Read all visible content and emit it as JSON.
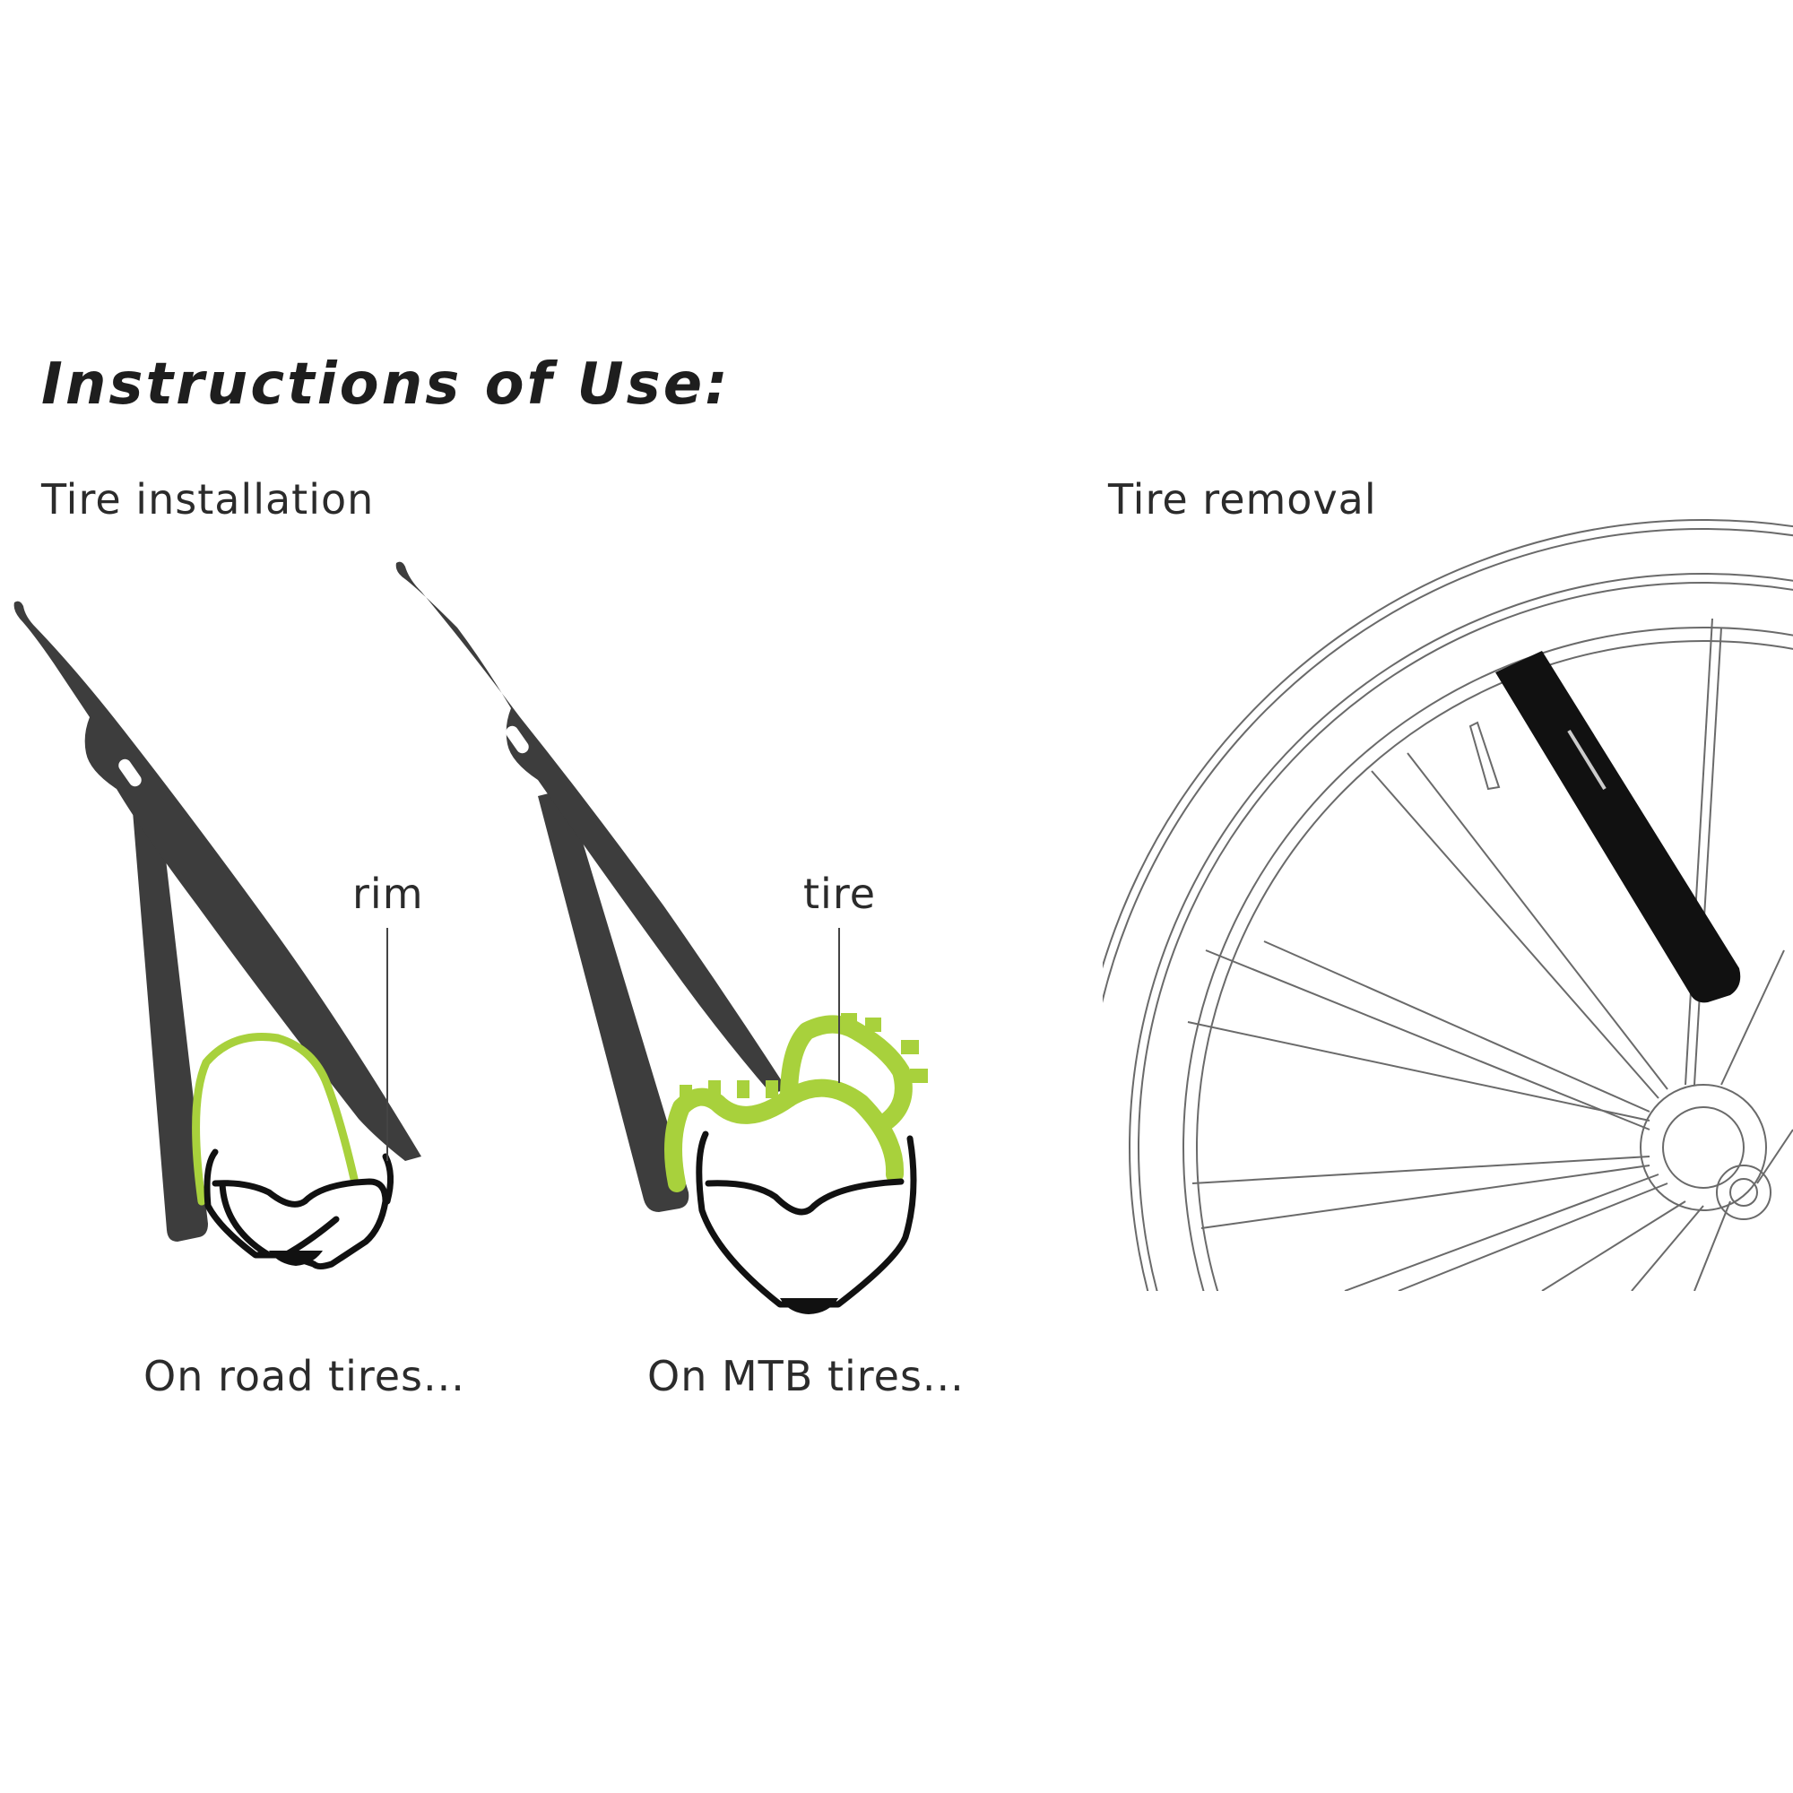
{
  "header": {
    "title": "Instructions of Use:"
  },
  "installation": {
    "heading": "Tire installation",
    "road": {
      "caption": "On road tires...",
      "label": "rim"
    },
    "mtb": {
      "caption": "On MTB tires...",
      "label": "tire"
    }
  },
  "removal": {
    "heading": "Tire removal"
  },
  "colors": {
    "lever": "#3d3d3d",
    "tire_highlight": "#a8d13c",
    "rim": "#111111",
    "wheel_lines": "#6a6a6a"
  },
  "icons": [
    "tire-lever-icon",
    "rim-profile-icon",
    "tire-bead-icon",
    "bicycle-wheel-icon"
  ]
}
